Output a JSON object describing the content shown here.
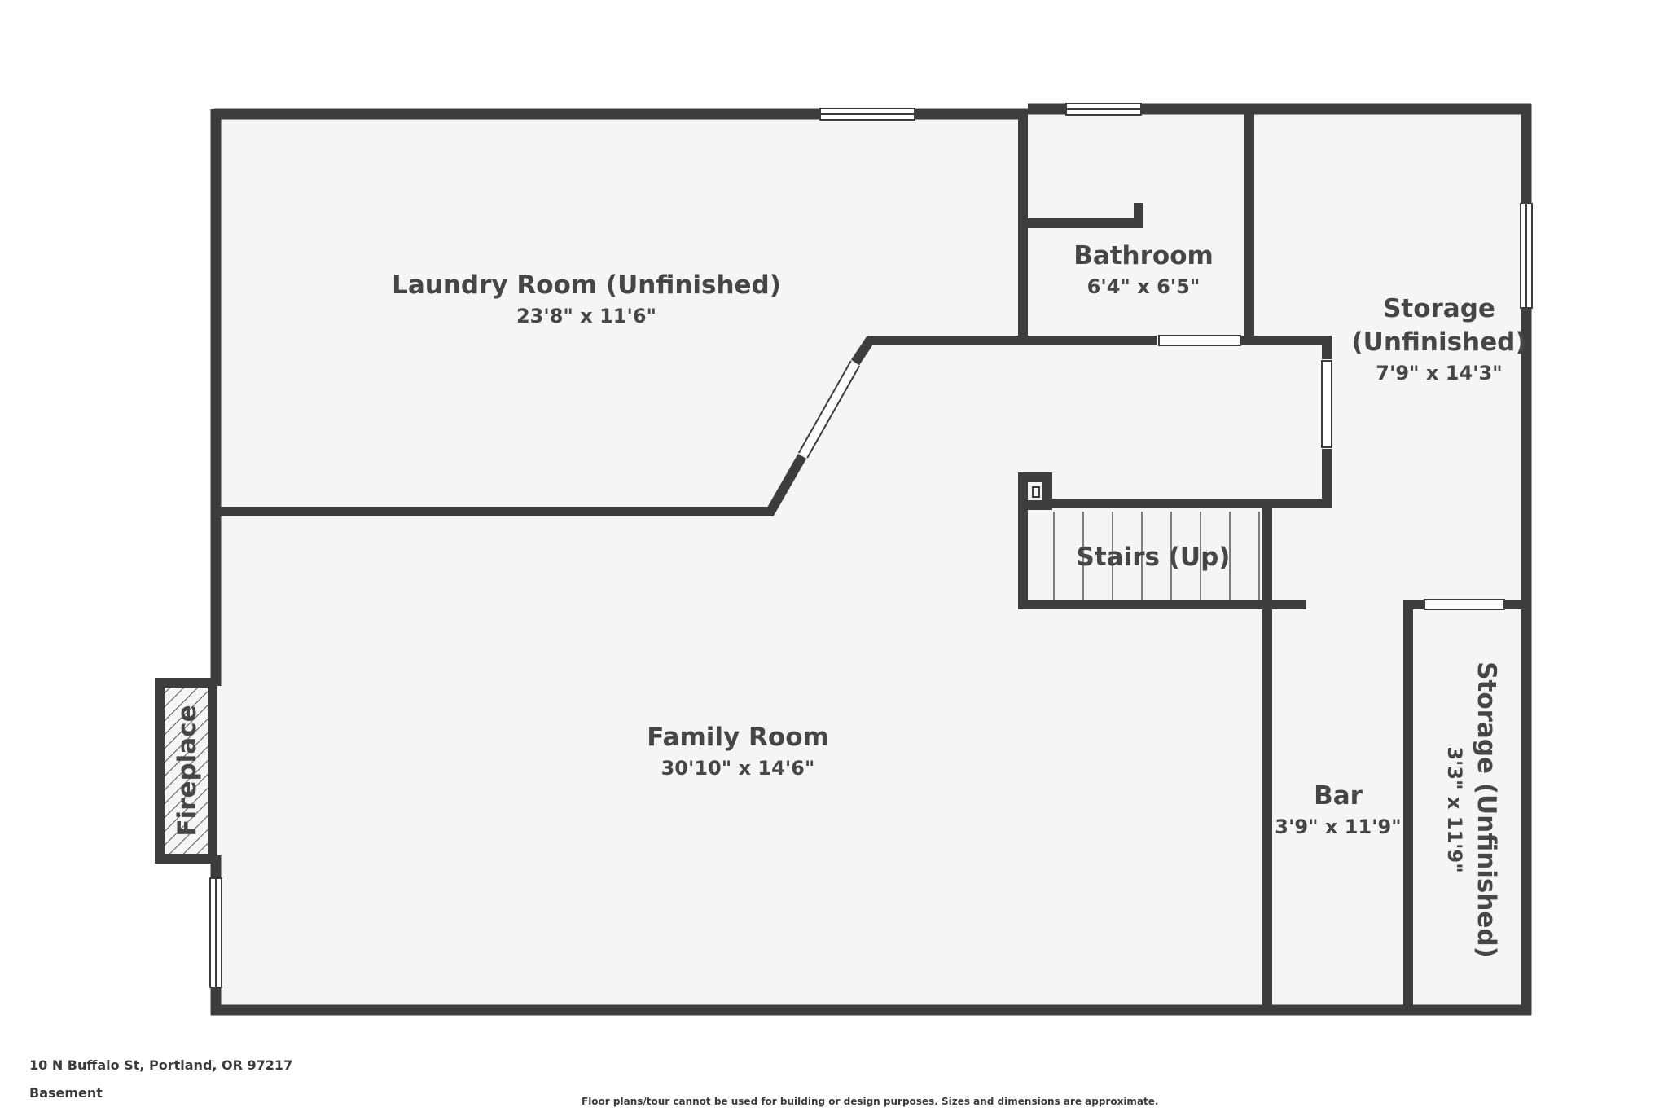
{
  "rooms": {
    "laundry": {
      "name": "Laundry Room (Unfinished)",
      "dims": "23'8\" x 11'6\""
    },
    "bathroom": {
      "name": "Bathroom",
      "dims": "6'4\" x 6'5\""
    },
    "storage_main": {
      "name_line1": "Storage",
      "name_line2": "(Unfinished)",
      "dims": "7'9\" x 14'3\""
    },
    "stairs": {
      "name": "Stairs (Up)"
    },
    "family": {
      "name": "Family Room",
      "dims": "30'10\" x 14'6\""
    },
    "bar": {
      "name": "Bar",
      "dims": "3'9\" x 11'9\""
    },
    "storage_small": {
      "name": "Storage (Unfinished)",
      "dims": "3'3\" x 11'9\""
    },
    "fireplace": {
      "name": "Fireplace"
    }
  },
  "footer": {
    "address": "10 N Buffalo St, Portland, OR 97217",
    "floor": "Basement",
    "disclaimer": "Floor plans/tour cannot be used for building or design purposes. Sizes and dimensions are approximate."
  },
  "colors": {
    "wall": "#3d3d3d",
    "floor": "#f5f5f5",
    "text": "#464646"
  }
}
